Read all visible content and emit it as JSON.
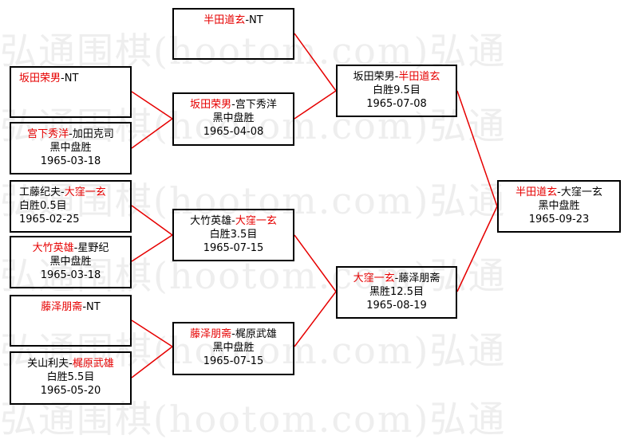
{
  "watermark": "弘通围棋(hootom.com)弘通",
  "colors": {
    "winner": "#e60000",
    "text": "#000000",
    "line": "#e60000",
    "border": "#000000"
  },
  "bracket": {
    "r1_a": {
      "p1": "坂田荣男",
      "sep": "-",
      "p2": "NT",
      "p1_win": true,
      "p2_win": false,
      "result": "",
      "date": ""
    },
    "r1_b": {
      "p1": "宫下秀洋",
      "sep": "-",
      "p2": "加田克司",
      "p1_win": true,
      "p2_win": false,
      "result": "黑中盘胜",
      "date": "1965-03-18"
    },
    "r1_c": {
      "p1": "工藤纪夫",
      "sep": "-",
      "p2": "大窪一玄",
      "p1_win": false,
      "p2_win": true,
      "result": "白胜0.5目",
      "date": "1965-02-25"
    },
    "r1_d": {
      "p1": "大竹英雄",
      "sep": "-",
      "p2": "星野纪",
      "p1_win": true,
      "p2_win": false,
      "result": "黑中盘胜",
      "date": "1965-03-18"
    },
    "r1_e": {
      "p1": "藤泽朋斋",
      "sep": "-",
      "p2": "NT",
      "p1_win": true,
      "p2_win": false,
      "result": "",
      "date": ""
    },
    "r1_f": {
      "p1": "关山利夫",
      "sep": "-",
      "p2": "梶原武雄",
      "p1_win": false,
      "p2_win": true,
      "result": "白胜5.5目",
      "date": "1965-05-20"
    },
    "r2_top": {
      "p1": "半田道玄",
      "sep": "-",
      "p2": "NT",
      "p1_win": true,
      "p2_win": false,
      "result": "",
      "date": ""
    },
    "r2_a": {
      "p1": "坂田荣男",
      "sep": "-",
      "p2": "宫下秀洋",
      "p1_win": true,
      "p2_win": false,
      "result": "黑中盘胜",
      "date": "1965-04-08"
    },
    "r2_b": {
      "p1": "大竹英雄",
      "sep": "-",
      "p2": "大窪一玄",
      "p1_win": false,
      "p2_win": true,
      "result": "白胜3.5目",
      "date": "1965-07-15"
    },
    "r2_c": {
      "p1": "藤泽朋斋",
      "sep": "-",
      "p2": "梶原武雄",
      "p1_win": true,
      "p2_win": false,
      "result": "黑中盘胜",
      "date": "1965-07-15"
    },
    "sf_a": {
      "p1": "坂田荣男",
      "sep": "-",
      "p2": "半田道玄",
      "p1_win": false,
      "p2_win": true,
      "result": "白胜9.5目",
      "date": "1965-07-08"
    },
    "sf_b": {
      "p1": "大窪一玄",
      "sep": "-",
      "p2": "藤泽朋斋",
      "p1_win": true,
      "p2_win": false,
      "result": "黑胜12.5目",
      "date": "1965-08-19"
    },
    "final": {
      "p1": "半田道玄",
      "sep": "-",
      "p2": "大窪一玄",
      "p1_win": true,
      "p2_win": false,
      "result": "黑中盘胜",
      "date": "1965-09-23"
    }
  }
}
